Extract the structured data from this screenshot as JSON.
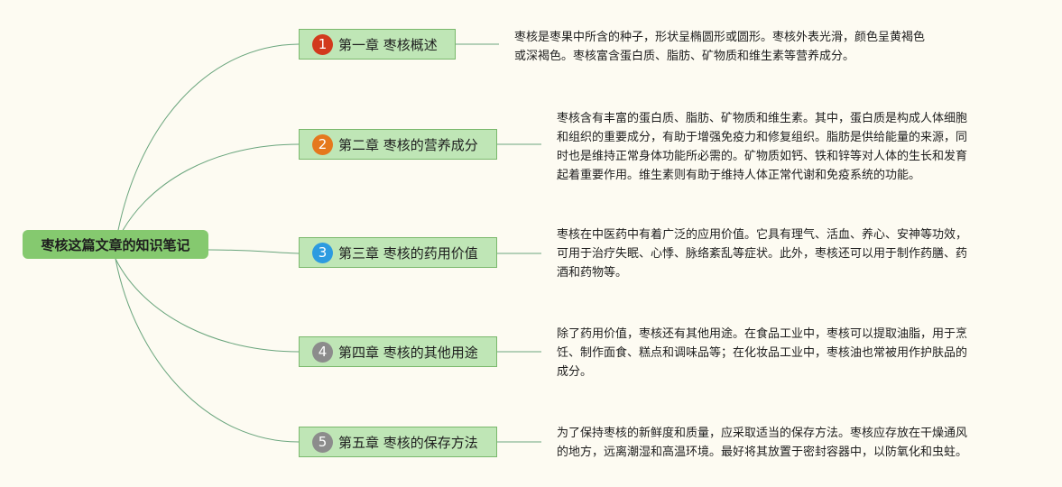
{
  "root": {
    "title": "枣核这篇文章的知识笔记"
  },
  "chapters": [
    {
      "number": "1",
      "title": "第一章 枣核概述",
      "badge_color": "#d23a1d",
      "lines": [
        "枣核是枣果中所含的种子，形状呈椭圆形或圆形。枣核外表光滑，颜色呈黄褐色",
        "或深褐色。枣核富含蛋白质、脂肪、矿物质和维生素等营养成分。"
      ]
    },
    {
      "number": "2",
      "title": "第二章 枣核的营养成分",
      "badge_color": "#e5781d",
      "lines": [
        "枣核含有丰富的蛋白质、脂肪、矿物质和维生素。其中，蛋白质是构成人体细胞",
        "和组织的重要成分，有助于增强免疫力和修复组织。脂肪是供给能量的来源，同",
        "时也是维持正常身体功能所必需的。矿物质如钙、铁和锌等对人体的生长和发育",
        "起着重要作用。维生素则有助于维持人体正常代谢和免疫系统的功能。"
      ]
    },
    {
      "number": "3",
      "title": "第三章 枣核的药用价值",
      "badge_color": "#2d9be0",
      "lines": [
        "枣核在中医药中有着广泛的应用价值。它具有理气、活血、养心、安神等功效，",
        "可用于治疗失眠、心悸、脉络紊乱等症状。此外，枣核还可以用于制作药膳、药",
        "酒和药物等。"
      ]
    },
    {
      "number": "4",
      "title": "第四章 枣核的其他用途",
      "badge_color": "#8c8c8c",
      "lines": [
        "除了药用价值，枣核还有其他用途。在食品工业中，枣核可以提取油脂，用于烹",
        "饪、制作面食、糕点和调味品等；在化妆品工业中，枣核油也常被用作护肤品的",
        "成分。"
      ]
    },
    {
      "number": "5",
      "title": "第五章 枣核的保存方法",
      "badge_color": "#8c8c8c",
      "lines": [
        "为了保持枣核的新鲜度和质量，应采取适当的保存方法。枣核应存放在干燥通风",
        "的地方，远离潮湿和高温环境。最好将其放置于密封容器中，以防氧化和虫蛀。"
      ]
    }
  ]
}
